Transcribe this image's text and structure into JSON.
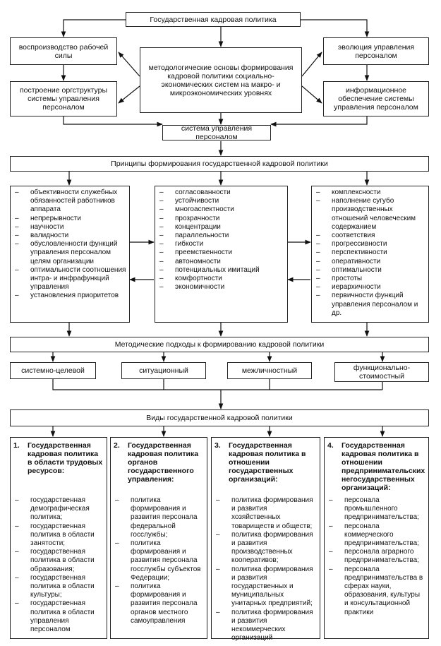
{
  "top": {
    "title": "Государственная кадровая политика",
    "left1": "воспроизводство рабочей силы",
    "left2": "построение оргструктуры системы управления персоналом",
    "center": "методологические основы формирования кадровой политики социально-экономических систем на макро- и микроэкономических уровнях",
    "right1": "эволюция управления персоналом",
    "right2": "информационное обеспечение системы управления персоналом",
    "system": "система управления персоналом"
  },
  "principles": {
    "title": "Принципы формирования государственной кадровой политики",
    "col1": [
      "объективности служебных обязанностей работников аппарата",
      "непрерывности",
      "научности",
      "валидности",
      "обусловленности функций управления персоналом целям организации",
      "оптимальности соотношения интра- и инфрафункций управления",
      "установления приоритетов"
    ],
    "col2": [
      "согласованности",
      "устойчивости",
      "многоаспектности",
      "прозрачности",
      "концентрации",
      "параллельности",
      "гибкости",
      "преемственности",
      "автономности",
      "потенциальных имитаций",
      "комфортности",
      "экономичности"
    ],
    "col3": [
      "комплексности",
      "наполнение сугубо производственных отношений человеческим содержанием",
      "соответствия",
      "прогрессивности",
      "перспективности",
      "оперативности",
      "оптимальности",
      "простоты",
      "иерархичности",
      "первичности функций управления персоналом и др."
    ]
  },
  "methods": {
    "title": "Методические подходы к формированию кадровой политики",
    "items": [
      "системно-целевой",
      "ситуационный",
      "межличностный",
      "функционально-стоимостный"
    ]
  },
  "types": {
    "title": "Виды государственной кадровой политики",
    "cols": [
      {
        "num": "1.",
        "heading": "Государственная кадровая политика в области трудовых ресурсов:",
        "items": [
          "государственная демографическая политика;",
          "государственная политика в области занятости;",
          "государственная политика в области образования;",
          "государственная политика в области культуры;",
          "государственная политика в области управления персоналом"
        ]
      },
      {
        "num": "2.",
        "heading": "Государственная кадровая политика органов государственного управления:",
        "items": [
          "политика формирования и развития персонала федеральной госслужбы;",
          "политика формирования и развития персонала госслужбы субъектов Федерации;",
          "политика формирования и развития персонала органов местного самоуправления"
        ]
      },
      {
        "num": "3.",
        "heading": "Государственная кадровая политика в отношении государственных организаций:",
        "items": [
          "политика формирования и развития хозяйственных товариществ и обществ;",
          "политика формирования и развития производственных кооперативов;",
          "политика формирования и развития государственных и муниципальных унитарных предприятий;",
          "политика формирования и развития некоммерческих организаций"
        ]
      },
      {
        "num": "4.",
        "heading": "Государственная кадровая политика в отношении предпринимательских негосударственных организаций:",
        "items": [
          "персонала промышленного предпринимательства;",
          "персонала коммерческого предпринимательства;",
          "персонала аграрного предпринимательства;",
          "персонала предпринимательства в сферах науки, образования, культуры и консультационной практики"
        ]
      }
    ]
  }
}
